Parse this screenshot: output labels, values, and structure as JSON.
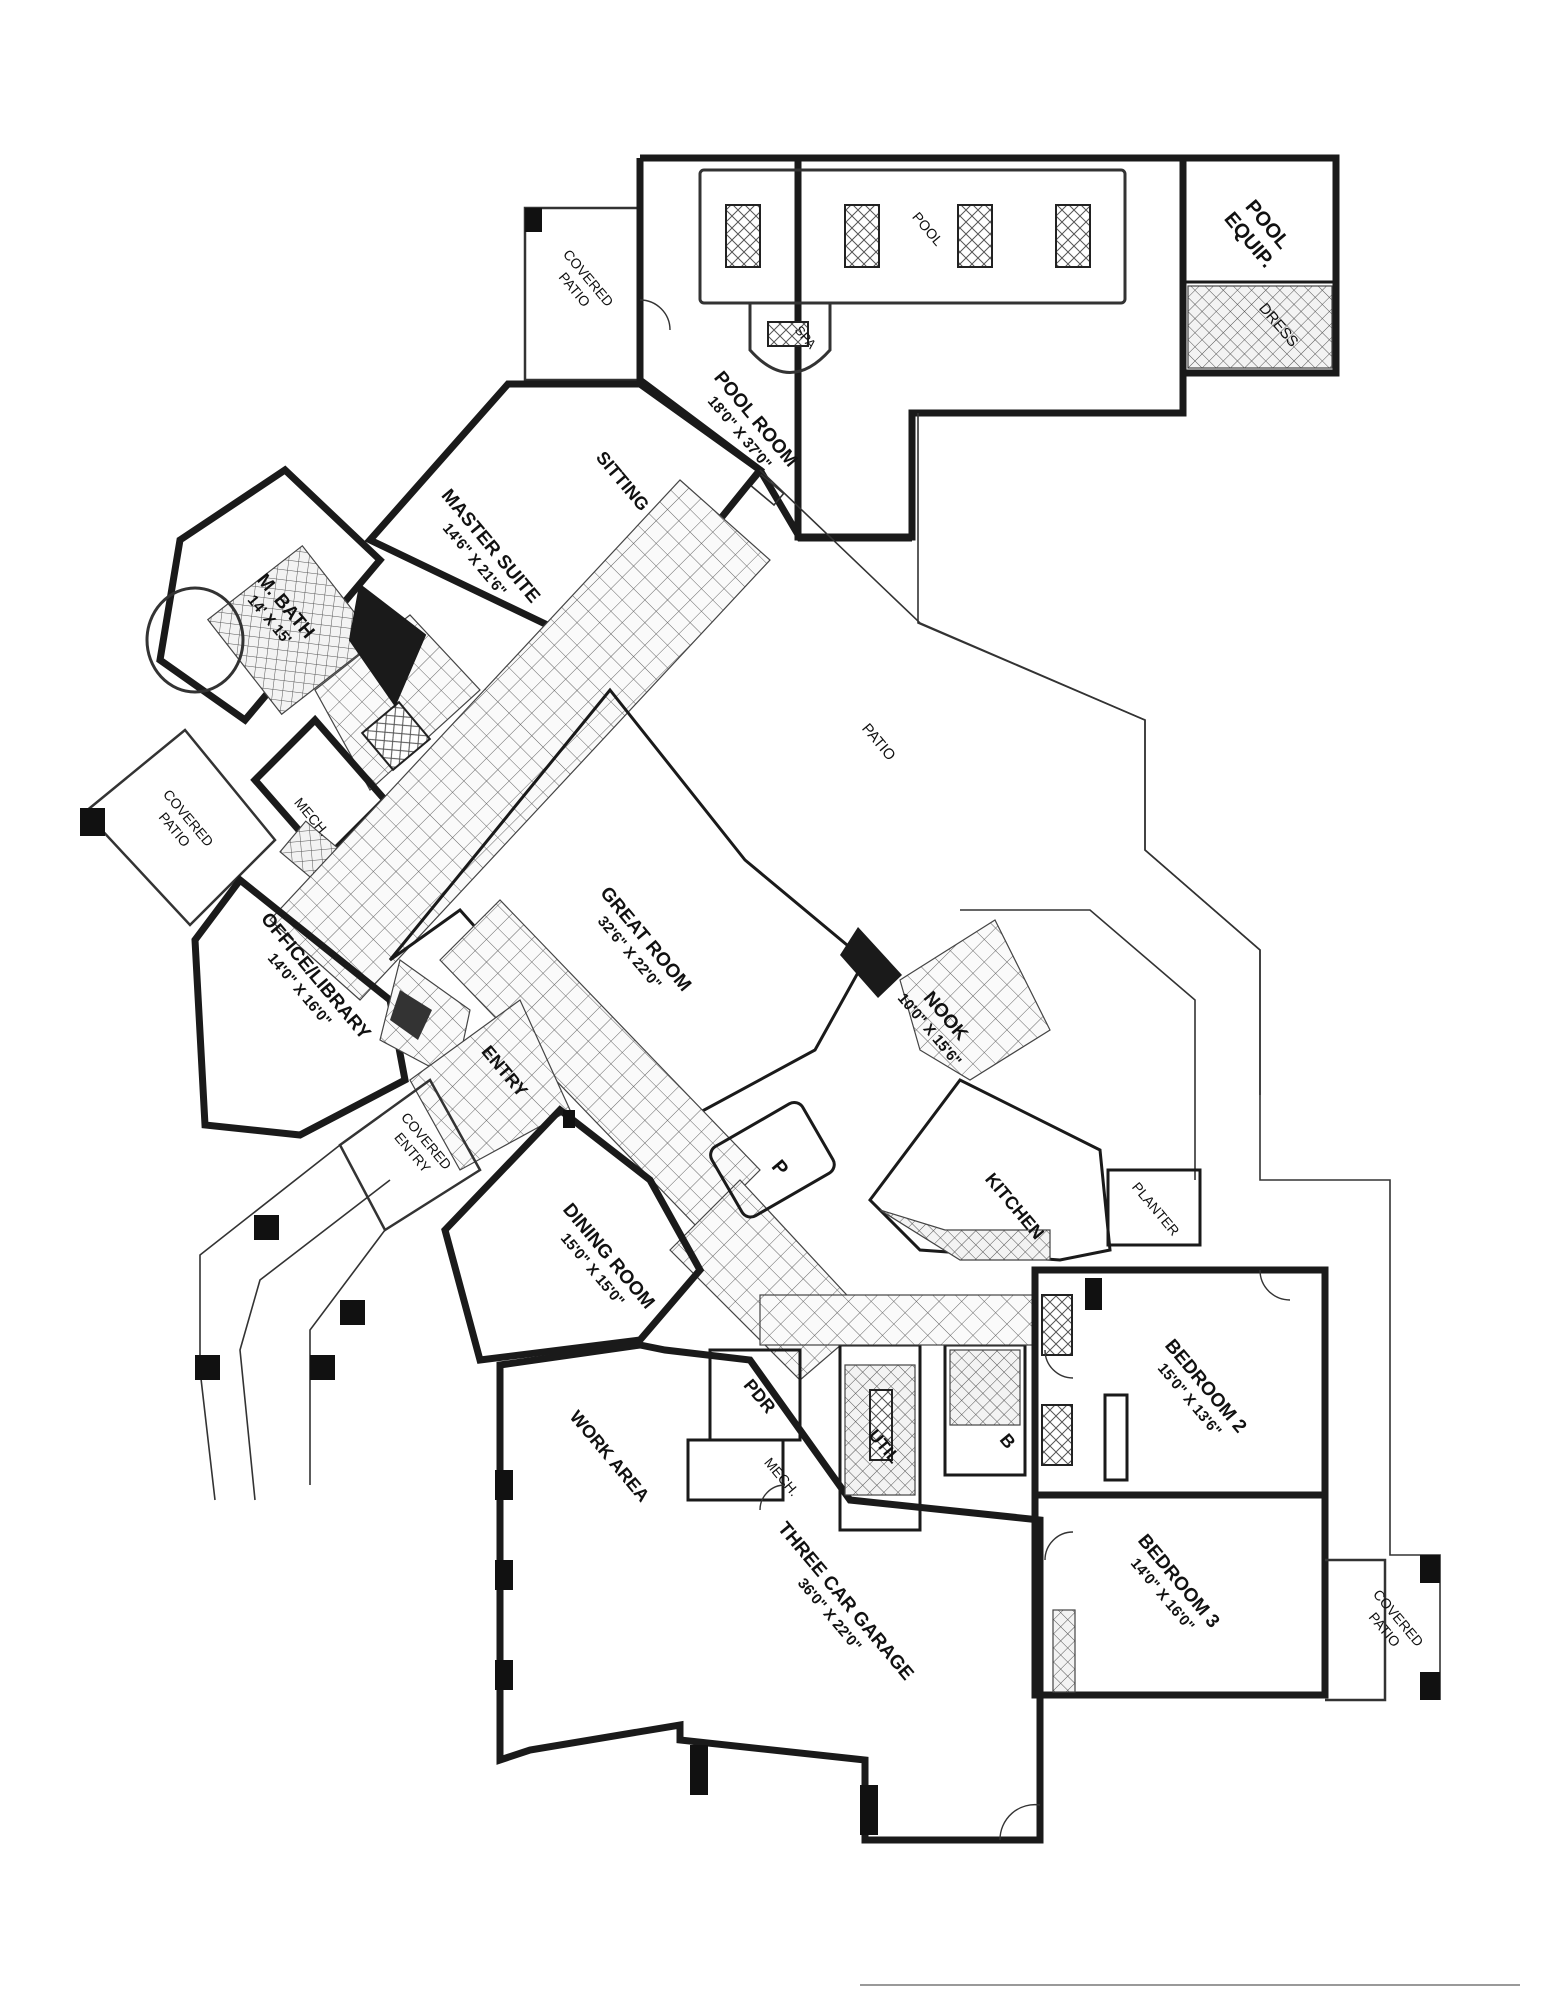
{
  "rooms": {
    "pool_equip": {
      "line1": "POOL",
      "line2": "EQUIP."
    },
    "pool": "POOL",
    "dress": "DRESS",
    "spa": "SPA",
    "covered_patio_top": {
      "line1": "COVERED",
      "line2": "PATIO"
    },
    "pool_room": {
      "name": "POOL ROOM",
      "dims": "18'0\" X 37'0\""
    },
    "sitting": "SITTING",
    "master_suite": {
      "name": "MASTER SUITE",
      "dims": "14'6\" X 21'6\""
    },
    "m_bath": {
      "name": "M. BATH",
      "dims": "14' X 15'"
    },
    "patio": "PATIO",
    "mech_left": "MECH.",
    "covered_patio_left": {
      "line1": "COVERED",
      "line2": "PATIO"
    },
    "great_room": {
      "name": "GREAT ROOM",
      "dims": "32'6\" X 22'0\""
    },
    "office_library": {
      "name": "OFFICE/LIBRARY",
      "dims": "14'0\" X 16'0\""
    },
    "entry": "ENTRY",
    "covered_entry": {
      "line1": "COVERED",
      "line2": "ENTRY"
    },
    "nook": {
      "name": "NOOK",
      "dims": "10'0\" X 15'6\""
    },
    "kitchen": "KITCHEN",
    "pantry": "P",
    "planter": "PLANTER",
    "dining_room": {
      "name": "DINING ROOM",
      "dims": "15'0\" X 15'0\""
    },
    "bedroom2": {
      "name": "BEDROOM 2",
      "dims": "15'0\" X 13'6\""
    },
    "pdr": "PDR",
    "util": "UTIL",
    "bath": "B",
    "mech_lower": "MECH.",
    "work_area": "WORK AREA",
    "garage": {
      "name": "THREE CAR GARAGE",
      "dims": "36'0\" X 22'0\""
    },
    "bedroom3": {
      "name": "BEDROOM 3",
      "dims": "14'0\" X 16'0\""
    },
    "covered_patio_right": {
      "line1": "COVERED",
      "line2": "PATIO"
    }
  }
}
